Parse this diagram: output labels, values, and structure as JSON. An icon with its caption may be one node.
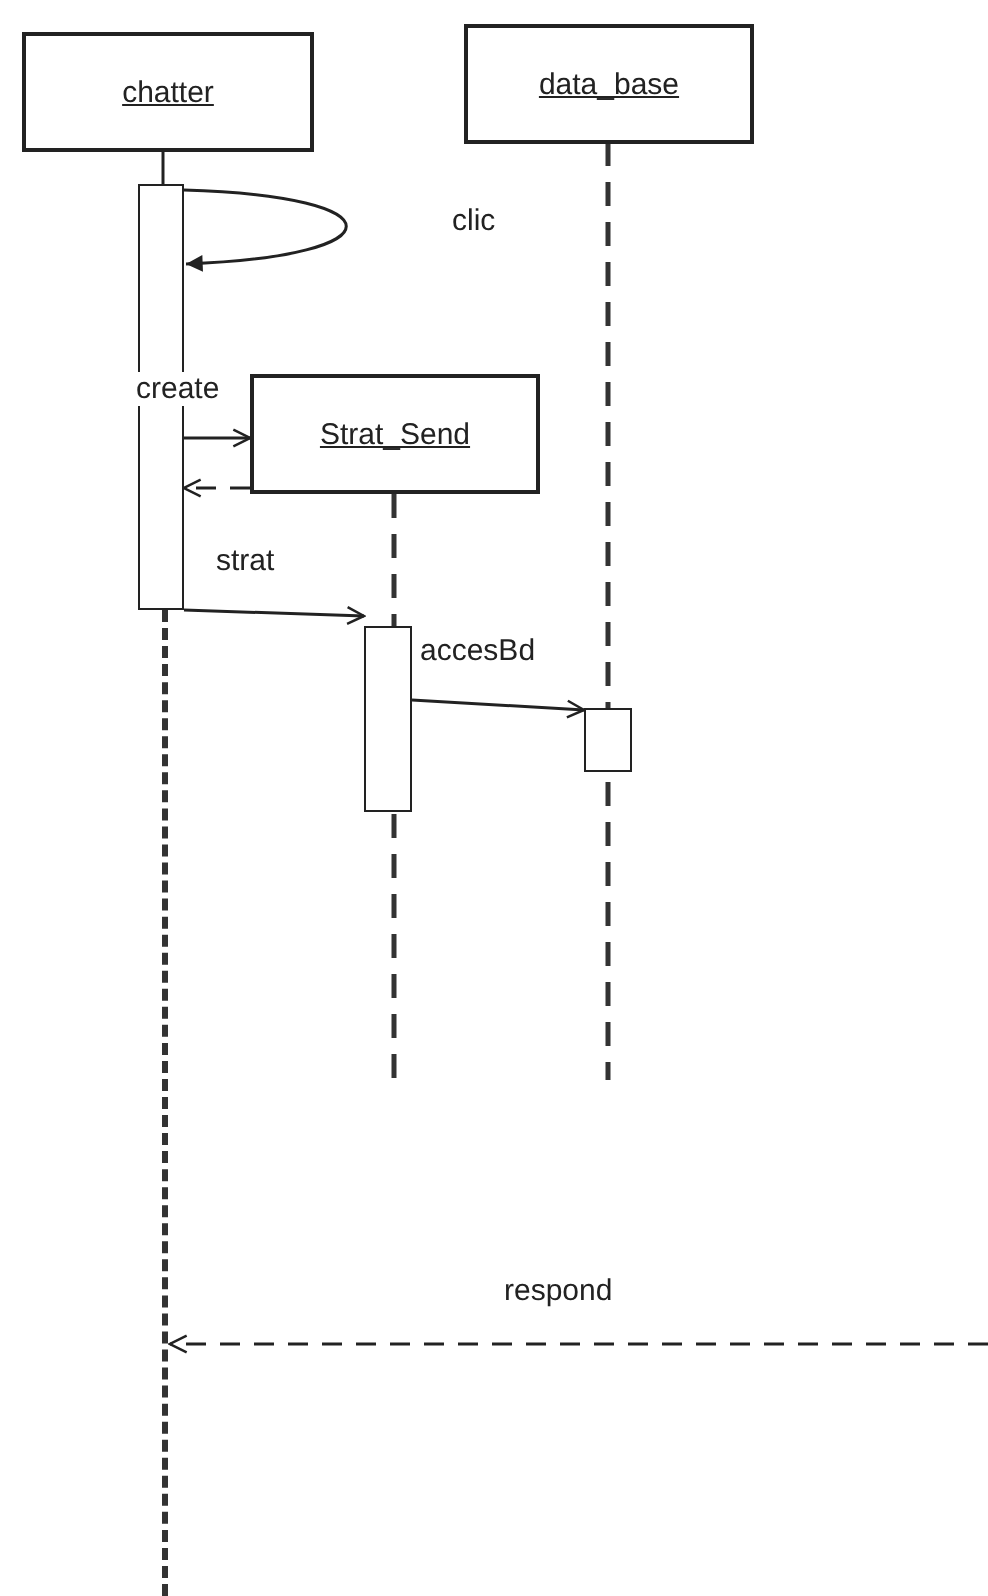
{
  "diagram": {
    "nodes": [
      {
        "text": [
          "chatter"
        ]
      },
      {
        "text": [
          "data_base"
        ]
      },
      {
        "text": [
          "Strat_Send"
        ]
      },
      {
        "text": [],
        "shape": "bar"
      },
      {
        "text": [],
        "shape": "bar"
      },
      {
        "text": [],
        "shape": "bar"
      },
      {
        "text": [],
        "shape": "line"
      }
    ],
    "edges": [
      {
        "from": 3,
        "to": 3,
        "arrow": "to",
        "label": "clic"
      },
      {
        "from": 3,
        "to": 2,
        "arrow": "to",
        "label": "create"
      },
      {
        "from": 2,
        "to": 3,
        "arrow": "to",
        "style": "dashed"
      },
      {
        "from": 3,
        "to": 4,
        "arrow": "to",
        "label": "strat"
      },
      {
        "from": 4,
        "to": 5,
        "arrow": "to",
        "label": "accesBd"
      },
      {
        "from": null,
        "to": 6,
        "arrow": "to",
        "style": "dashed",
        "label": "respond"
      },
      {
        "from": 0,
        "to": 3,
        "arrow": "none"
      }
    ]
  }
}
